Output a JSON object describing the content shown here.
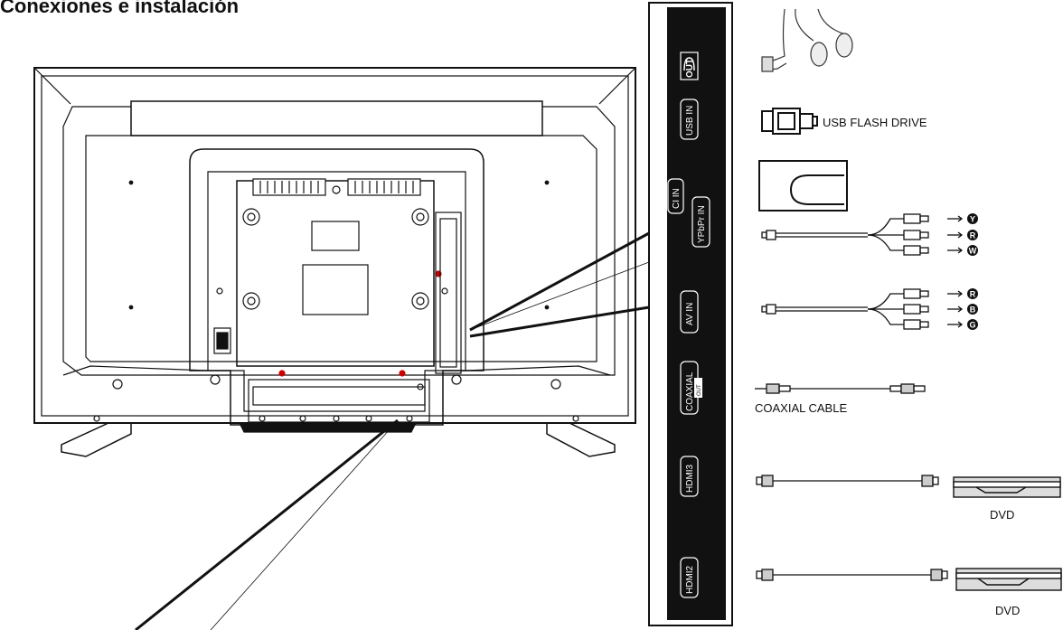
{
  "page": {
    "title": "Conexiones e instalación"
  },
  "ports": [
    {
      "label": "OUT",
      "icon": "headphone-jack-icon"
    },
    {
      "label": "USB IN"
    },
    {
      "label": "CI IN"
    },
    {
      "label": "YPbPr IN"
    },
    {
      "label": "AV IN"
    },
    {
      "label": "COAXIAL"
    },
    {
      "label": "OUT"
    },
    {
      "label": "HDMI3"
    },
    {
      "label": "HDMI2"
    }
  ],
  "devices": {
    "usb_label": "USB FLASH DRIVE",
    "coaxial_label": "COAXIAL CABLE",
    "dvd1_label": "DVD",
    "dvd2_label": "DVD"
  },
  "ypbpr_colors": [
    "Y",
    "R",
    "W"
  ],
  "av_colors": [
    "R",
    "B",
    "G"
  ]
}
